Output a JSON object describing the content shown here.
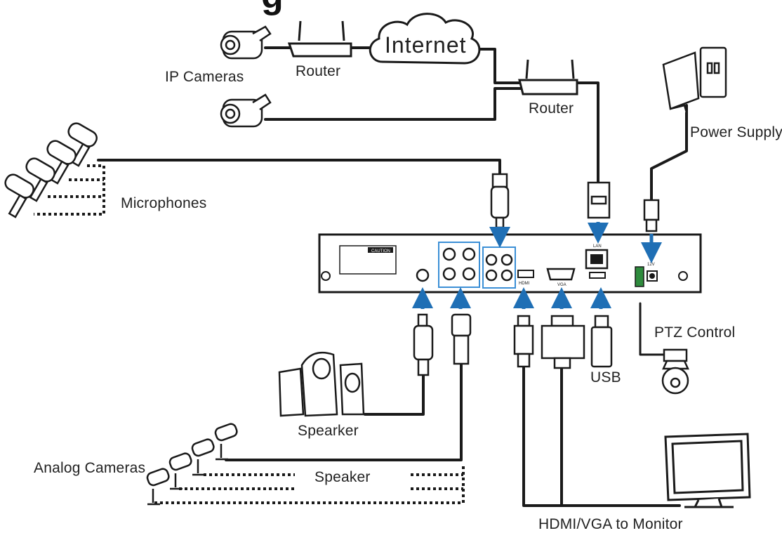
{
  "heading_fragment": "g",
  "network": {
    "internet": "Internet",
    "router_left": "Router",
    "router_right": "Router",
    "ip_cameras": "IP Cameras",
    "power_supply": "Power Supply"
  },
  "devices": {
    "microphones": "Microphones",
    "speaker_unit": "Spearker",
    "speaker_line": "Speaker",
    "analog_cameras": "Analog Cameras",
    "usb": "USB",
    "ptz_control": "PTZ Control",
    "monitor": "HDMI/VGA to Monitor"
  },
  "dvr_panel": {
    "caution": "CAUTION",
    "lan": "LAN",
    "hdmi": "HDMI",
    "vga": "VGA",
    "dc": "12V"
  },
  "colors": {
    "arrow": "#1f6fb5",
    "highlight_box": "#3b8fd6",
    "line": "#1a1a1a"
  }
}
